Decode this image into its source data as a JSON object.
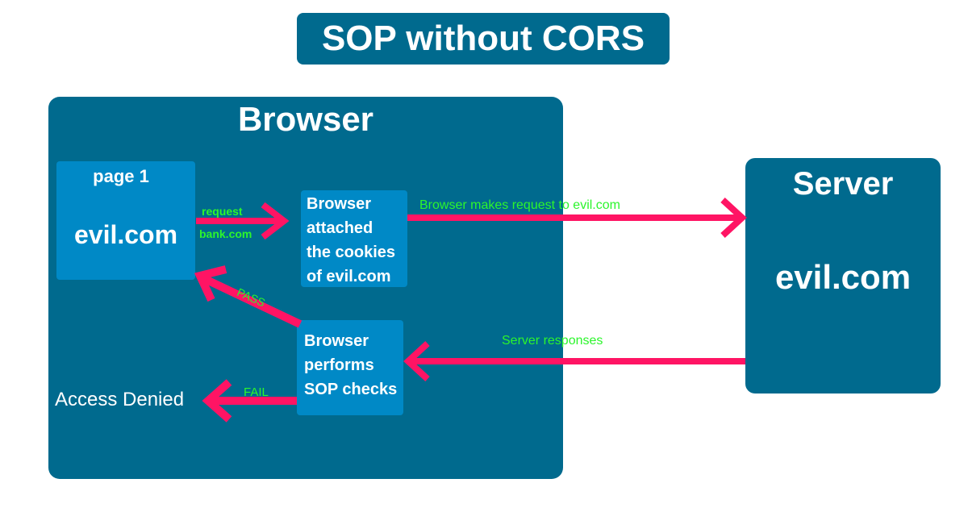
{
  "title": "SOP without CORS",
  "browser": {
    "title": "Browser",
    "page": {
      "label": "page 1",
      "domain": "evil.com"
    },
    "attach_box_lines": [
      "Browser",
      "attached",
      "the cookies",
      "of evil.com"
    ],
    "sop_box_lines": [
      "Browser",
      "performs",
      "SOP checks"
    ],
    "access_denied": "Access Denied"
  },
  "server": {
    "title": "Server",
    "domain": "evil.com"
  },
  "arrows": {
    "request_label": "request",
    "bank_label": "bank.com",
    "browser_request_label": "Browser  makes request to evil.com",
    "server_response_label": "Server responses",
    "pass_label": "PASS",
    "fail_label": "FAIL"
  },
  "colors": {
    "dark_box": "#006a8e",
    "light_box": "#0089c6",
    "arrow": "#ff1464",
    "label_green": "#2cf52c"
  }
}
